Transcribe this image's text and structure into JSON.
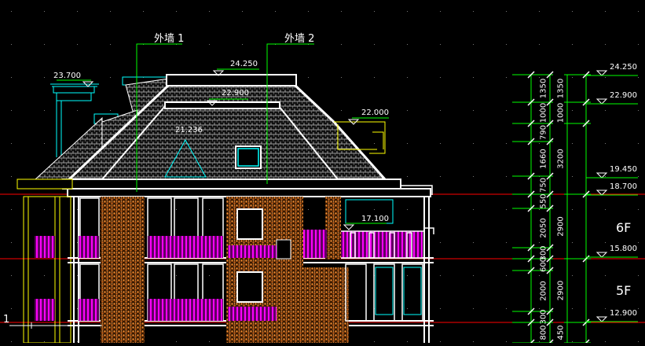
{
  "drawing": {
    "background": "#000000",
    "colors": {
      "white": "#ffffff",
      "green": "#00ff00",
      "cyan": "#00ffff",
      "magenta": "#ff00ff",
      "red": "#ff0000",
      "yellow": "#ffff00",
      "brick": "#e07a2a",
      "roof": "#c8c8c8"
    },
    "wall_labels": [
      "外墙 1",
      "外墙 2"
    ],
    "elevations": {
      "e1": "23.700",
      "e2": "24.250",
      "e3": "22.900",
      "e4": "21.236",
      "e5": "22.000",
      "e6": "17.100"
    },
    "right_elevations": [
      "24.250",
      "22.900",
      "19.450",
      "18.700",
      "15.800",
      "12.900"
    ],
    "dims_outer": [
      "1350",
      "1000",
      "790",
      "1660",
      "750",
      "550",
      "2050",
      "300",
      "600",
      "2000",
      "300",
      "800"
    ],
    "dims_inner": [
      "1350",
      "1000",
      "3200",
      "2900",
      "2900",
      "450"
    ],
    "floor_labels": [
      "6F",
      "5F"
    ],
    "axis_label": "1"
  }
}
